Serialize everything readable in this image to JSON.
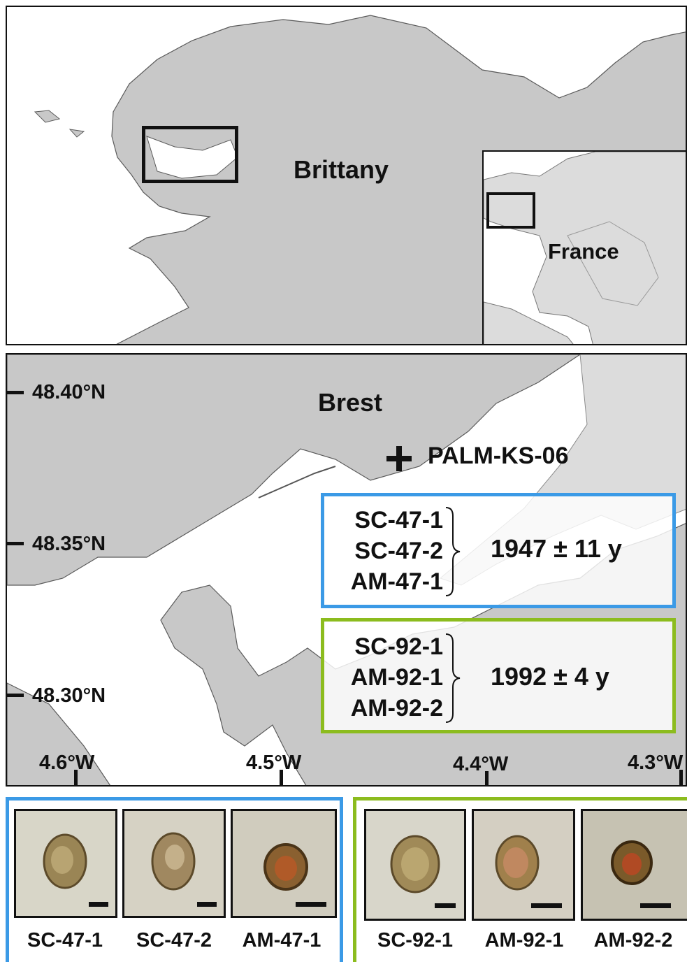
{
  "overview_map": {
    "region_label": "Brittany",
    "inset_label": "France"
  },
  "detail_map": {
    "city_label": "Brest",
    "core_label": "PALM-KS-06",
    "latitudes": [
      "48.40°N",
      "48.35°N",
      "48.30°N"
    ],
    "longitudes": [
      "4.6°W",
      "4.5°W",
      "4.4°W",
      "4.3°W"
    ]
  },
  "groups": [
    {
      "samples": [
        "SC-47-1",
        "SC-47-2",
        "AM-47-1"
      ],
      "age": "1947 ± 11 y",
      "color": "#3b9ae6"
    },
    {
      "samples": [
        "SC-92-1",
        "AM-92-1",
        "AM-92-2"
      ],
      "age": "1992 ± 4 y",
      "color": "#8cbc1e"
    }
  ],
  "cyst_images": {
    "left": [
      "SC-47-1",
      "SC-47-2",
      "AM-47-1"
    ],
    "right": [
      "SC-92-1",
      "AM-92-1",
      "AM-92-2"
    ]
  }
}
